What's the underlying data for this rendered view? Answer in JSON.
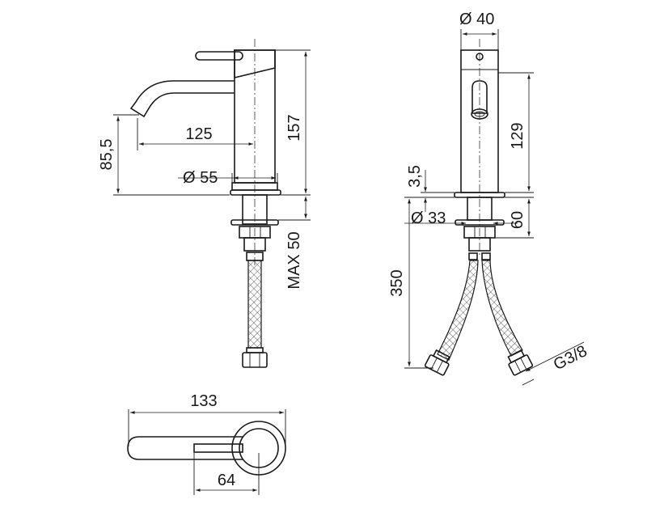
{
  "drawing": {
    "side_view": {
      "spout_reach": "125",
      "spout_height": "85,5",
      "total_height": "157",
      "base_diameter": "Ø 55",
      "max_deck_thickness": "MAX 50"
    },
    "front_view": {
      "body_diameter": "Ø 40",
      "body_height": "129",
      "base_plate_thickness": "3,5",
      "shank_diameter": "Ø 33",
      "shank_length": "60",
      "hose_length": "350",
      "connection_thread": "G3/8"
    },
    "top_view": {
      "total_length": "133",
      "lever_length": "64"
    }
  }
}
